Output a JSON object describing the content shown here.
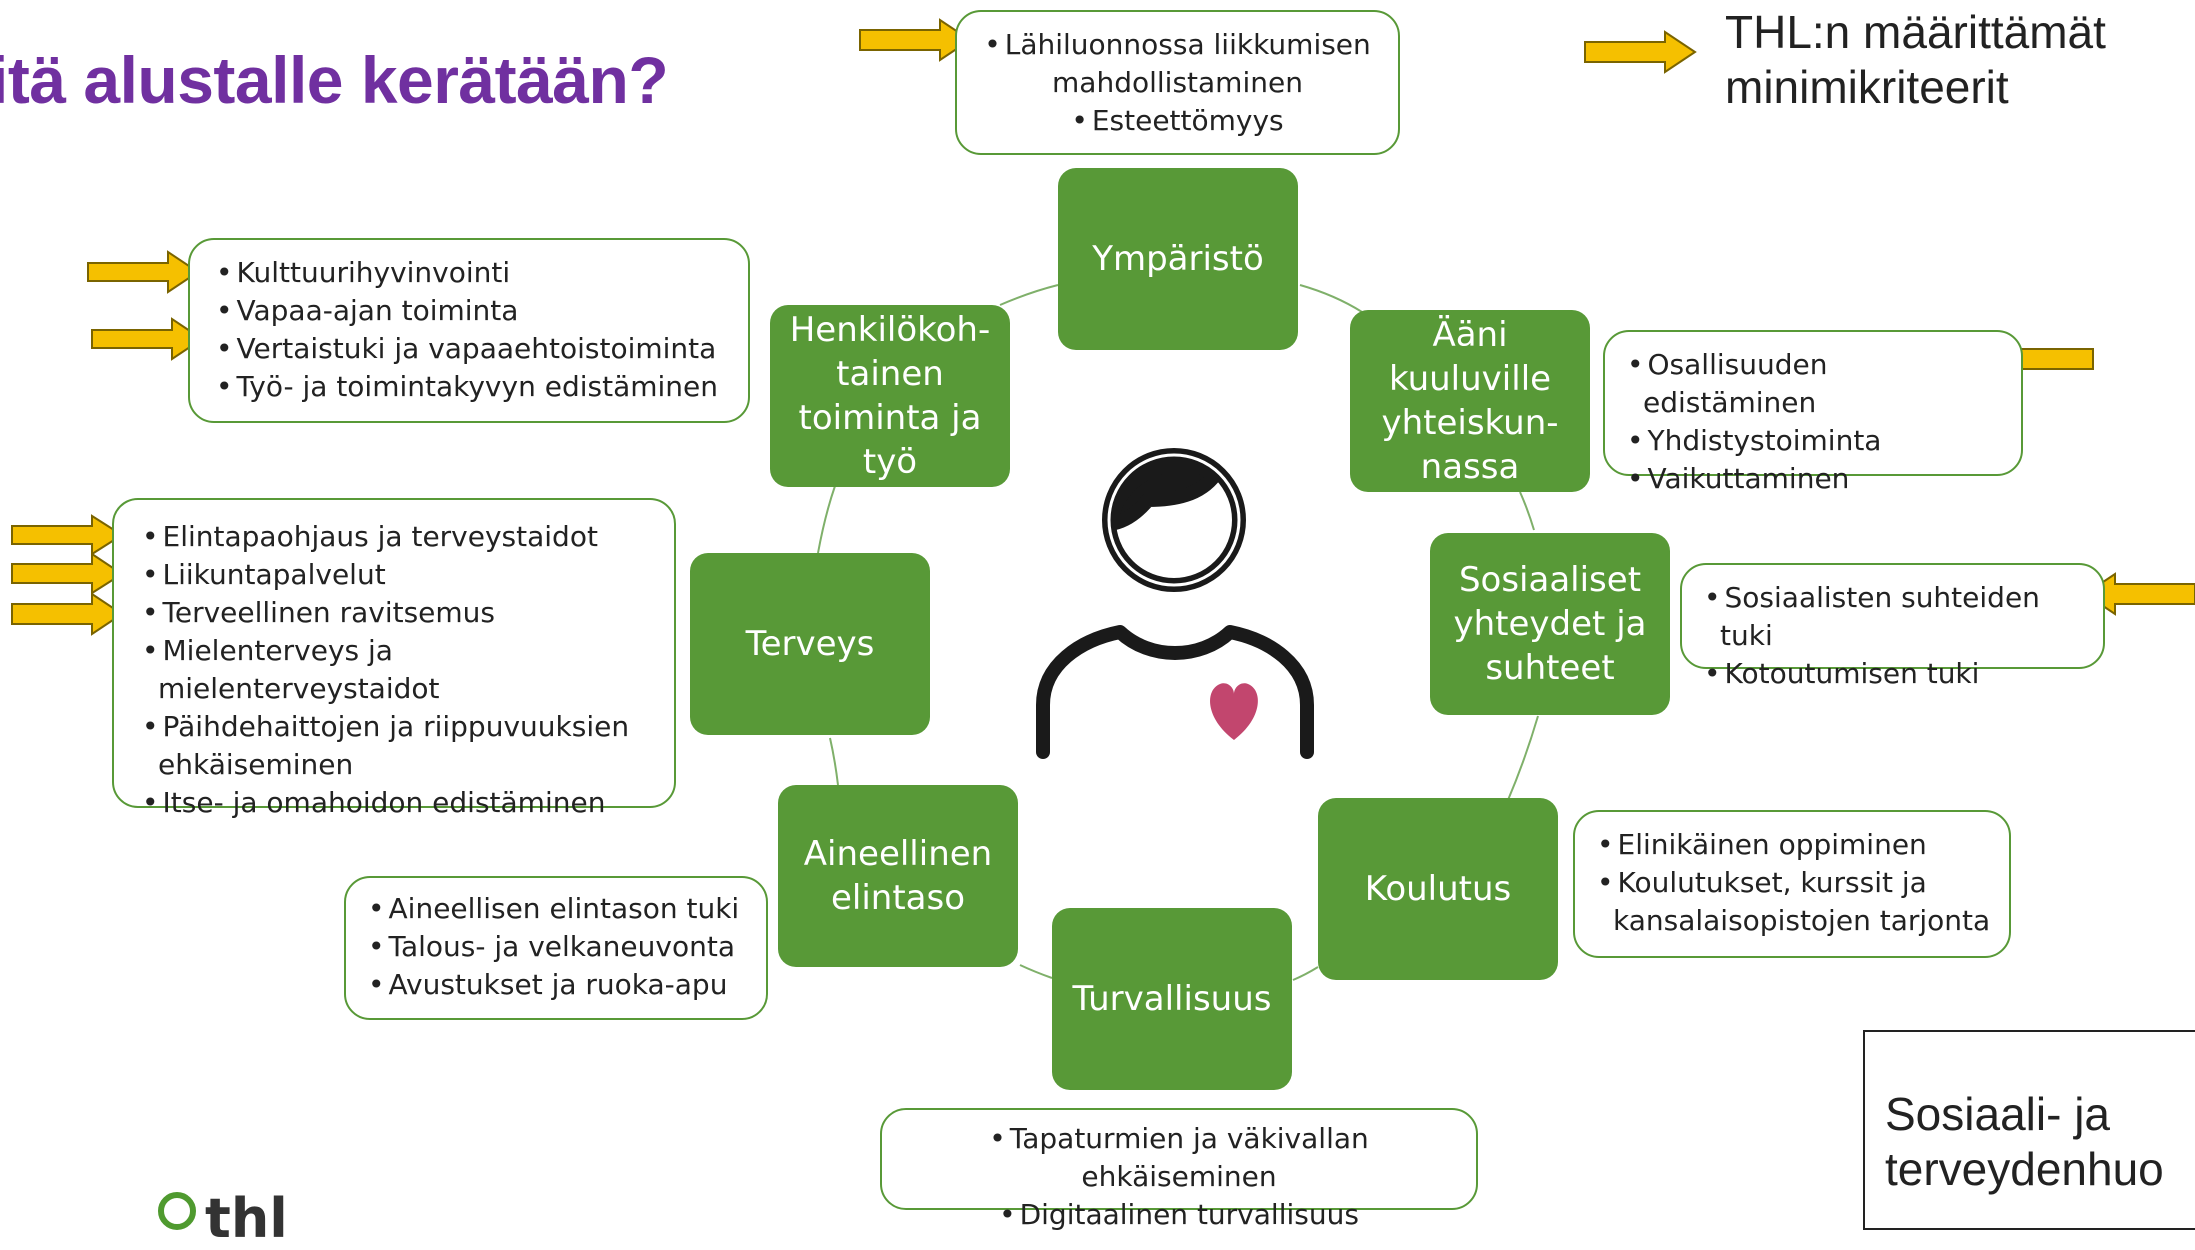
{
  "title": "itä alustalle kerätään?",
  "legend": {
    "line1": "THL:n määrittämät",
    "line2": "minimikriteerit",
    "arrow_color": "#f5c000",
    "icon": "arrow-right-icon"
  },
  "colors": {
    "node_green": "#589937",
    "title_purple": "#7030a0",
    "heart": "#c2466e"
  },
  "center_icon": "person-with-heart-icon",
  "nodes": {
    "ymparisto": "Ympäristö",
    "aani": [
      "Ääni",
      "kuuluville",
      "yhteiskun-",
      "nassa"
    ],
    "sosiaaliset": [
      "Sosiaaliset",
      "yhteydet ja",
      "suhteet"
    ],
    "koulutus": "Koulutus",
    "turvallisuus": "Turvallisuus",
    "aineellinen": [
      "Aineellinen",
      "elintaso"
    ],
    "terveys": "Terveys",
    "henkilokoh": [
      "Henkilökoh-",
      "tainen",
      "toiminta ja",
      "työ"
    ]
  },
  "boxes": {
    "ymparisto": [
      "Lähiluonnossa liikkumisen mahdollistaminen",
      "Esteettömyys"
    ],
    "aani": [
      "Osallisuuden edistäminen",
      "Yhdistystoiminta",
      "Vaikuttaminen"
    ],
    "sosiaaliset": [
      "Sosiaalisten suhteiden tuki",
      "Kotoutumisen tuki"
    ],
    "koulutus": [
      "Elinikäinen oppiminen",
      "Koulutukset, kurssit ja kansalaisopistojen tarjonta"
    ],
    "turvallisuus": [
      "Tapaturmien ja väkivallan ehkäiseminen",
      "Digitaalinen turvallisuus"
    ],
    "aineellinen": [
      "Aineellisen elintason tuki",
      "Talous- ja velkaneuvonta",
      "Avustukset ja ruoka-apu"
    ],
    "terveys": [
      "Elintapaohjaus ja terveystaidot",
      "Liikuntapalvelut",
      "Terveellinen ravitsemus",
      "Mielenterveys ja mielenterveystaidot",
      "Päihdehaittojen ja riippuvuuksien ehkäiseminen",
      "Itse- ja omahoidon edistäminen"
    ],
    "henkilokoh": [
      "Kulttuurihyvinvointi",
      "Vapaa-ajan toiminta",
      "Vertaistuki ja vapaaehtoistoiminta",
      "Työ- ja toimintakyvyn edistäminen"
    ]
  },
  "note": {
    "line1": "Sosiaali- ja",
    "line2": "terveydenhuo"
  },
  "logo": "thl"
}
